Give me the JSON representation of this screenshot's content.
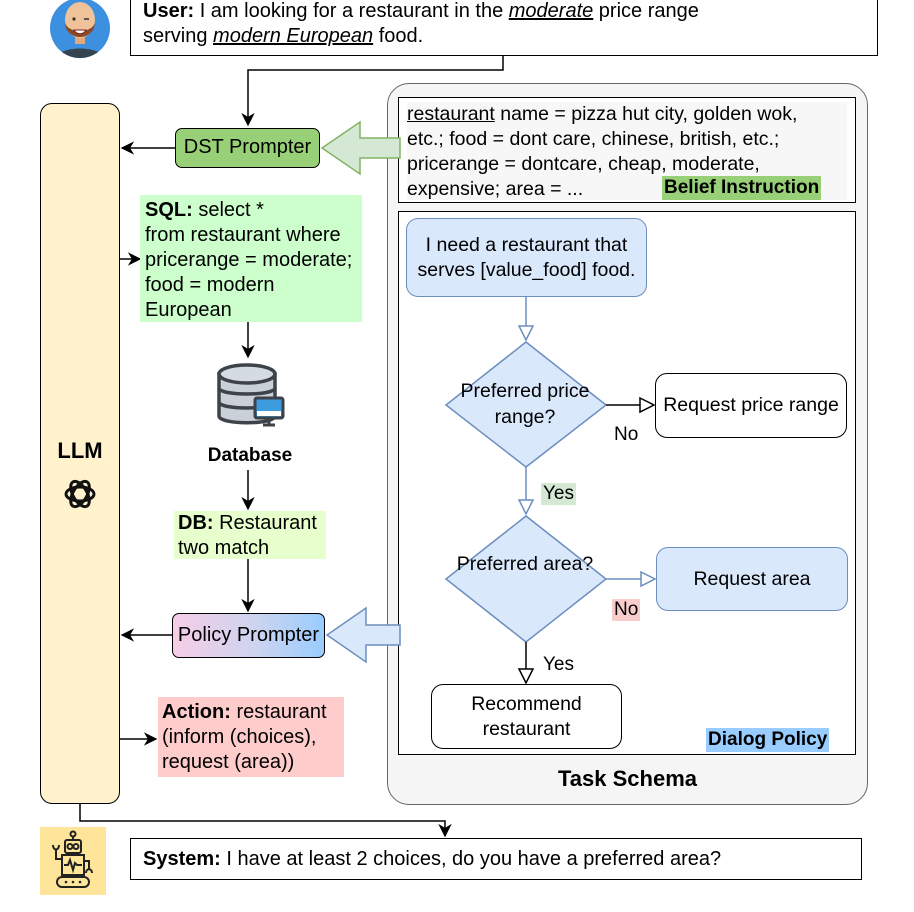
{
  "user_message": {
    "speaker": "User:",
    "text_part1": " I am looking for a restaurant in the ",
    "emph1": "moderate",
    "text_part2": " price range",
    "text_part3": "serving ",
    "emph2": "modern European",
    "text_part4": " food."
  },
  "llm": {
    "label": "LLM",
    "icon": "openai-logo-icon"
  },
  "dst_prompter": {
    "label": "DST Prompter"
  },
  "sql": {
    "prefix": "SQL:",
    "lines": [
      " select *",
      "from restaurant where",
      "pricerange = moderate;",
      "food = modern",
      "European"
    ]
  },
  "database": {
    "label": "Database",
    "icon": "database-icon"
  },
  "db_result": {
    "prefix": "DB:",
    "line1": " Restaurant",
    "line2": "two match"
  },
  "policy_prompter": {
    "label": "Policy Prompter"
  },
  "action": {
    "prefix": "Action:",
    "line1": " restaurant",
    "line2": "(inform (choices),",
    "line3": "request (area))"
  },
  "task_schema": {
    "title": "Task Schema",
    "belief_instruction": {
      "tag": "Belief Instruction",
      "domain": "restaurant",
      "line1": " name = pizza hut city, golden wok,",
      "line2": "etc.; food = dont care, chinese, british, etc.;",
      "line3": "pricerange = dontcare, cheap, moderate,",
      "line4": "expensive; area =  ..."
    },
    "dialog_policy": {
      "tag": "Dialog Policy",
      "start": "I need a restaurant that serves [value_food] food.",
      "decision1": "Preferred price range?",
      "decision1_no": "Request price range",
      "decision2": "Preferred area?",
      "decision2_no": "Request area",
      "decision2_yes": "Recommend restaurant",
      "labels": {
        "no": "No",
        "yes": "Yes"
      }
    }
  },
  "system_message": {
    "speaker": "System:",
    "text": " I have at least 2 choices, do you have a preferred area?"
  },
  "colors": {
    "llm_fill": "#fff2cc",
    "dst_fill": "#97d077",
    "sql_fill": "#ccffcc",
    "db_fill": "#e6ffcc",
    "action_fill": "#ffcccc",
    "flow_fill": "#dae8fc",
    "flow_stroke": "#6c8ebf",
    "policy_tag": "#99ccff"
  }
}
